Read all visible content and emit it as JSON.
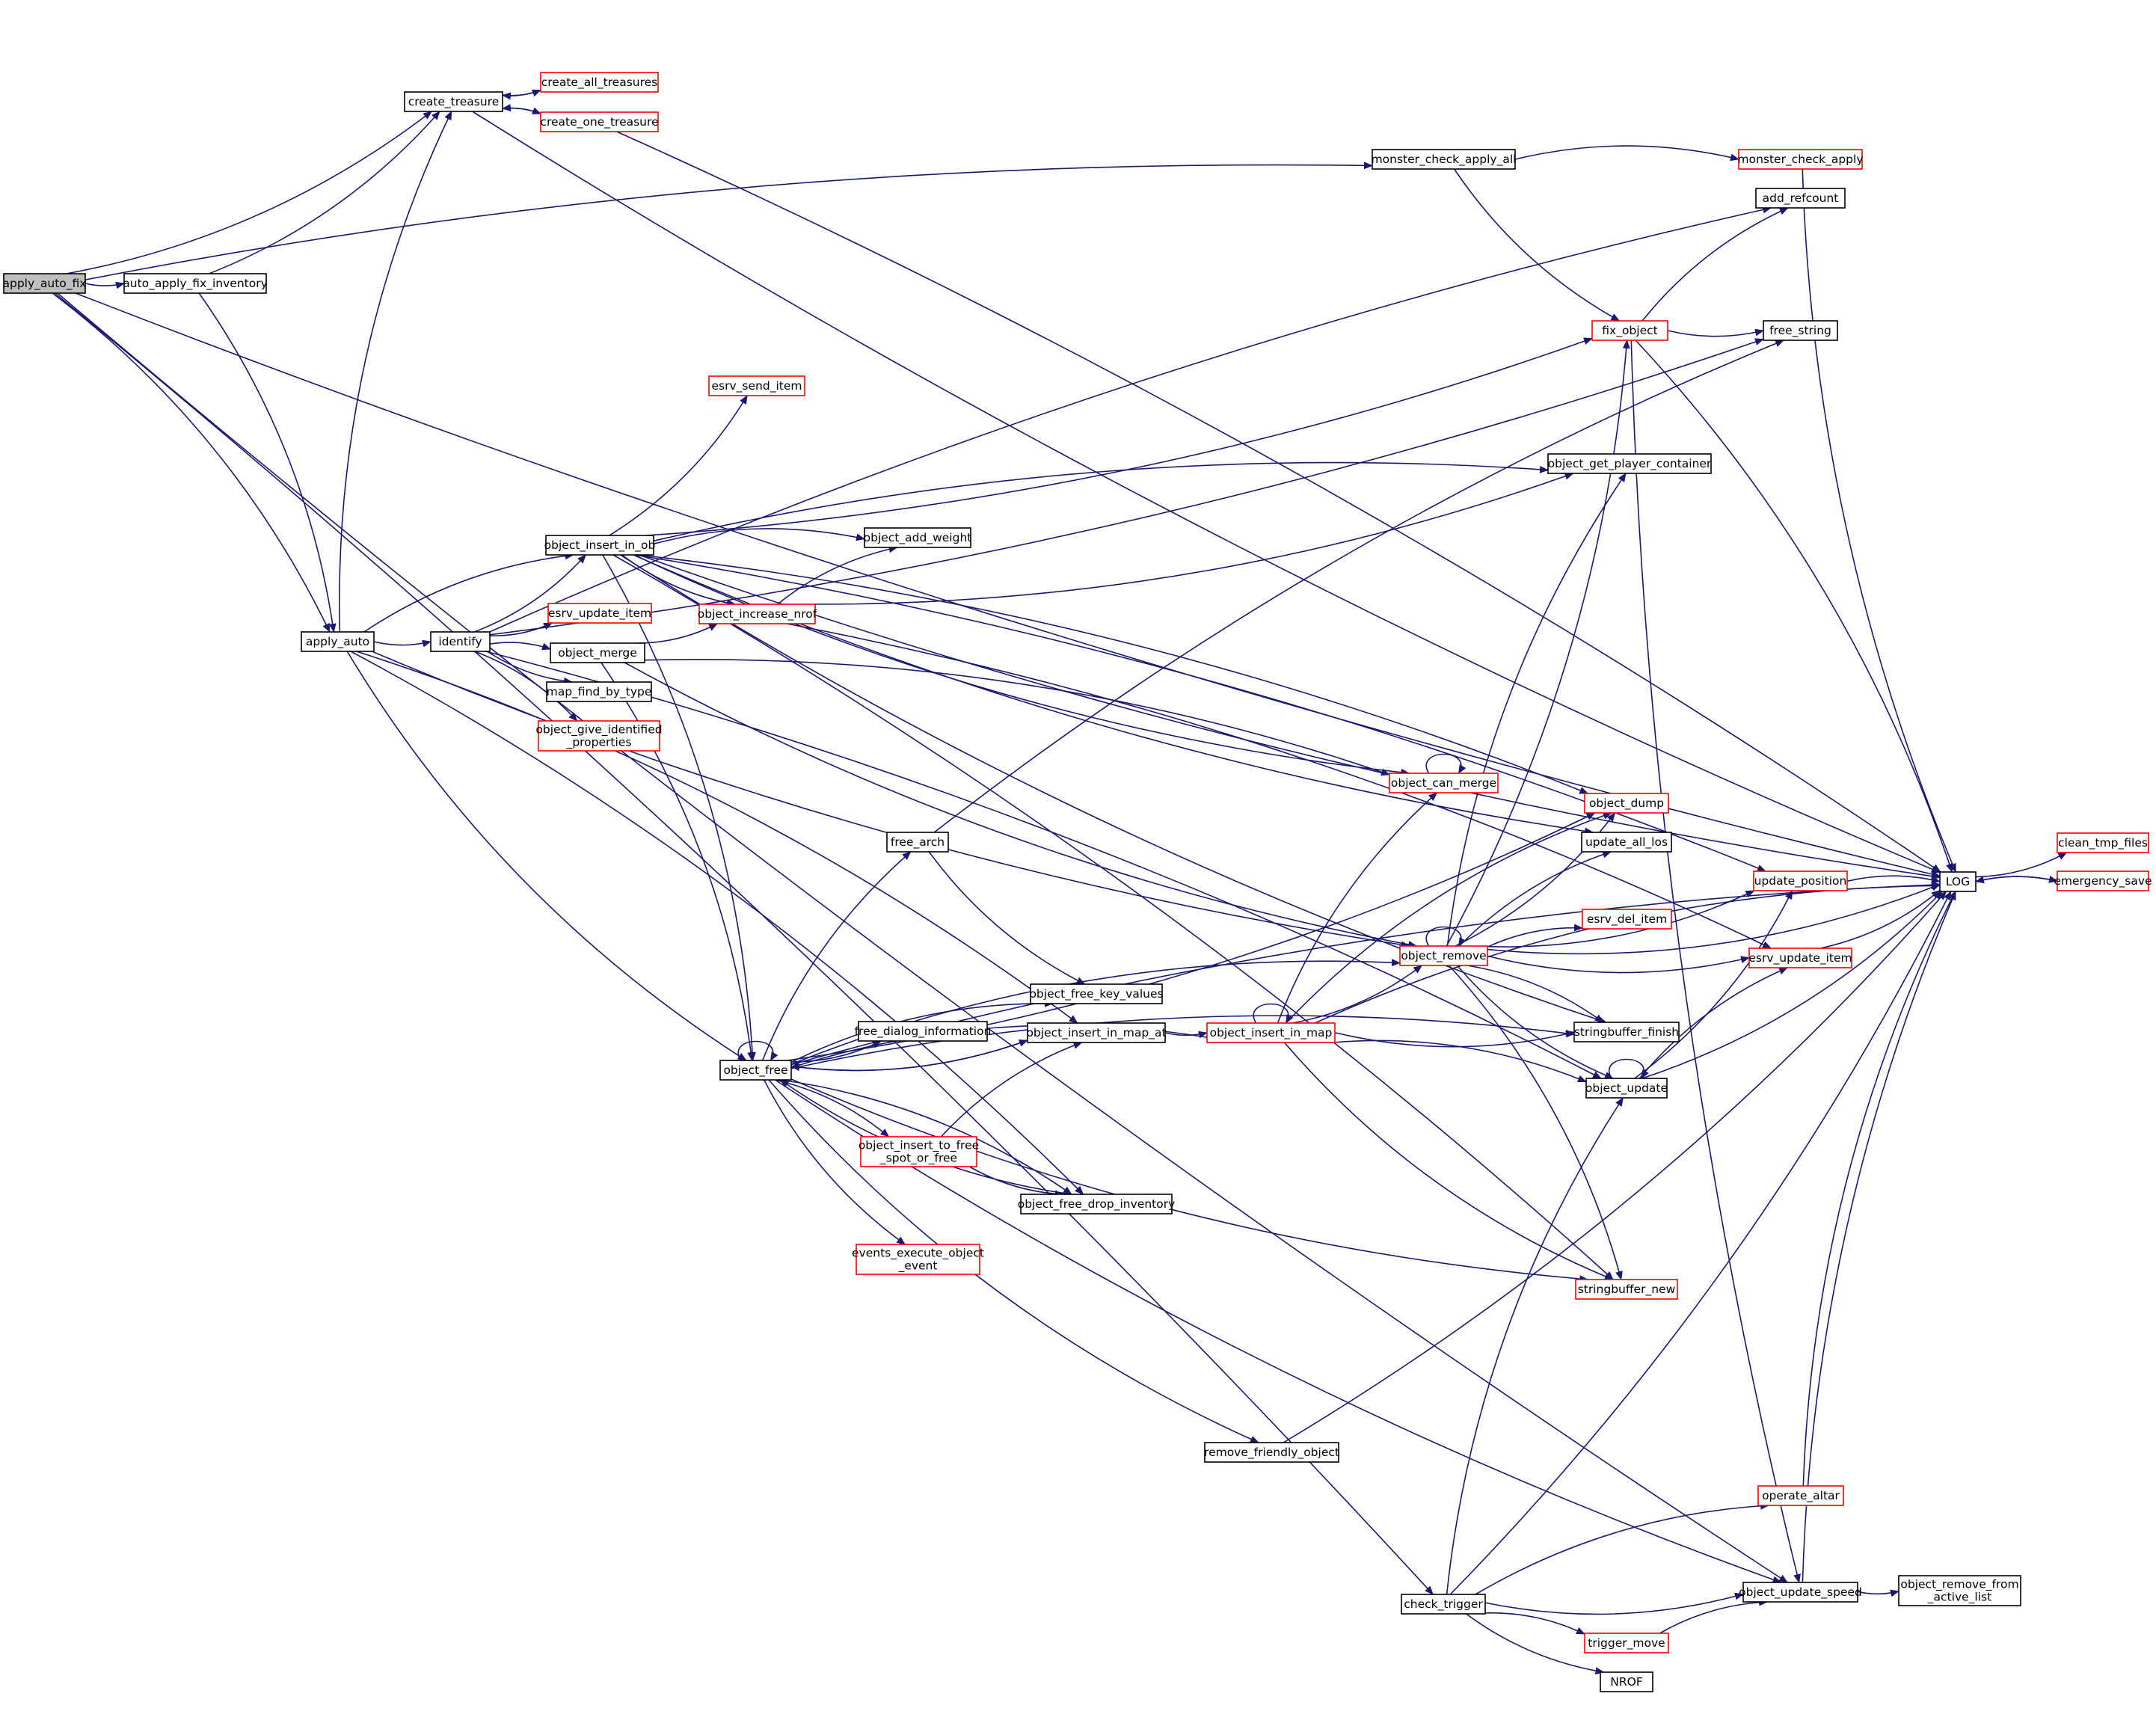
{
  "colors": {
    "edge": "#191970",
    "root_fill": "#bfbfbf",
    "node_fill": "#ffffff",
    "black_border": "#000000",
    "red_border": "#ff0000"
  },
  "nodes": [
    {
      "id": "apply_auto_fix",
      "lines": [
        "apply_auto_fix"
      ],
      "style": "root"
    },
    {
      "id": "auto_apply_fix_inventory",
      "lines": [
        "auto_apply_fix_inventory"
      ],
      "style": "black"
    },
    {
      "id": "apply_auto",
      "lines": [
        "apply_auto"
      ],
      "style": "black"
    },
    {
      "id": "create_treasure",
      "lines": [
        "create_treasure"
      ],
      "style": "black"
    },
    {
      "id": "create_all_treasures",
      "lines": [
        "create_all_treasures"
      ],
      "style": "red"
    },
    {
      "id": "create_one_treasure",
      "lines": [
        "create_one_treasure"
      ],
      "style": "red"
    },
    {
      "id": "identify",
      "lines": [
        "identify"
      ],
      "style": "black"
    },
    {
      "id": "esrv_update_item_1",
      "lines": [
        "esrv_update_item"
      ],
      "style": "red"
    },
    {
      "id": "object_merge",
      "lines": [
        "object_merge"
      ],
      "style": "black"
    },
    {
      "id": "map_find_by_type",
      "lines": [
        "map_find_by_type"
      ],
      "style": "black"
    },
    {
      "id": "object_give_identified_properties",
      "lines": [
        "object_give_identified",
        "_properties"
      ],
      "style": "red"
    },
    {
      "id": "object_insert_in_ob",
      "lines": [
        "object_insert_in_ob"
      ],
      "style": "black"
    },
    {
      "id": "esrv_send_item",
      "lines": [
        "esrv_send_item"
      ],
      "style": "red"
    },
    {
      "id": "object_add_weight",
      "lines": [
        "object_add_weight"
      ],
      "style": "black"
    },
    {
      "id": "object_increase_nrof",
      "lines": [
        "object_increase_nrof"
      ],
      "style": "red"
    },
    {
      "id": "object_free",
      "lines": [
        "object_free"
      ],
      "style": "black"
    },
    {
      "id": "free_arch",
      "lines": [
        "free_arch"
      ],
      "style": "black"
    },
    {
      "id": "free_dialog_information",
      "lines": [
        "free_dialog_information"
      ],
      "style": "black"
    },
    {
      "id": "object_insert_to_free_spot_or_free",
      "lines": [
        "object_insert_to_free",
        "_spot_or_free"
      ],
      "style": "red"
    },
    {
      "id": "events_execute_object_event",
      "lines": [
        "events_execute_object",
        "_event"
      ],
      "style": "red"
    },
    {
      "id": "object_free_key_values",
      "lines": [
        "object_free_key_values"
      ],
      "style": "black"
    },
    {
      "id": "object_insert_in_map_at",
      "lines": [
        "object_insert_in_map_at"
      ],
      "style": "black"
    },
    {
      "id": "object_free_drop_inventory",
      "lines": [
        "object_free_drop_inventory"
      ],
      "style": "black"
    },
    {
      "id": "remove_friendly_object",
      "lines": [
        "remove_friendly_object"
      ],
      "style": "black"
    },
    {
      "id": "monster_check_apply_all",
      "lines": [
        "monster_check_apply_all"
      ],
      "style": "black"
    },
    {
      "id": "object_insert_in_map",
      "lines": [
        "object_insert_in_map"
      ],
      "style": "red"
    },
    {
      "id": "object_can_merge",
      "lines": [
        "object_can_merge"
      ],
      "style": "red"
    },
    {
      "id": "object_remove",
      "lines": [
        "object_remove"
      ],
      "style": "red"
    },
    {
      "id": "check_trigger",
      "lines": [
        "check_trigger"
      ],
      "style": "black"
    },
    {
      "id": "fix_object",
      "lines": [
        "fix_object"
      ],
      "style": "red"
    },
    {
      "id": "object_get_player_container",
      "lines": [
        "object_get_player_container"
      ],
      "style": "black"
    },
    {
      "id": "object_dump",
      "lines": [
        "object_dump"
      ],
      "style": "red"
    },
    {
      "id": "update_all_los",
      "lines": [
        "update_all_los"
      ],
      "style": "black"
    },
    {
      "id": "esrv_del_item",
      "lines": [
        "esrv_del_item"
      ],
      "style": "red"
    },
    {
      "id": "stringbuffer_finish",
      "lines": [
        "stringbuffer_finish"
      ],
      "style": "black"
    },
    {
      "id": "object_update",
      "lines": [
        "object_update"
      ],
      "style": "black"
    },
    {
      "id": "stringbuffer_new",
      "lines": [
        "stringbuffer_new"
      ],
      "style": "red"
    },
    {
      "id": "trigger_move",
      "lines": [
        "trigger_move"
      ],
      "style": "red"
    },
    {
      "id": "NROF",
      "lines": [
        "NROF"
      ],
      "style": "black"
    },
    {
      "id": "monster_check_apply",
      "lines": [
        "monster_check_apply"
      ],
      "style": "red"
    },
    {
      "id": "add_refcount",
      "lines": [
        "add_refcount"
      ],
      "style": "black"
    },
    {
      "id": "free_string",
      "lines": [
        "free_string"
      ],
      "style": "black"
    },
    {
      "id": "update_position",
      "lines": [
        "update_position"
      ],
      "style": "red"
    },
    {
      "id": "esrv_update_item_2",
      "lines": [
        "esrv_update_item"
      ],
      "style": "red"
    },
    {
      "id": "operate_altar",
      "lines": [
        "operate_altar"
      ],
      "style": "red"
    },
    {
      "id": "object_update_speed",
      "lines": [
        "object_update_speed"
      ],
      "style": "black"
    },
    {
      "id": "object_remove_from_active_list",
      "lines": [
        "object_remove_from",
        "_active_list"
      ],
      "style": "black"
    },
    {
      "id": "LOG",
      "lines": [
        "LOG"
      ],
      "style": "black"
    },
    {
      "id": "clean_tmp_files",
      "lines": [
        "clean_tmp_files"
      ],
      "style": "red"
    },
    {
      "id": "emergency_save",
      "lines": [
        "emergency_save"
      ],
      "style": "red"
    }
  ],
  "edges": [
    [
      "apply_auto_fix",
      "auto_apply_fix_inventory"
    ],
    [
      "apply_auto_fix",
      "apply_auto"
    ],
    [
      "apply_auto_fix",
      "create_treasure"
    ],
    [
      "apply_auto_fix",
      "monster_check_apply_all"
    ],
    [
      "apply_auto_fix",
      "LOG"
    ],
    [
      "apply_auto_fix",
      "check_trigger"
    ],
    [
      "apply_auto_fix",
      "object_update_speed"
    ],
    [
      "auto_apply_fix_inventory",
      "apply_auto"
    ],
    [
      "auto_apply_fix_inventory",
      "create_treasure"
    ],
    [
      "apply_auto",
      "create_treasure"
    ],
    [
      "apply_auto",
      "identify"
    ],
    [
      "apply_auto",
      "object_insert_in_ob"
    ],
    [
      "apply_auto",
      "object_free"
    ],
    [
      "apply_auto",
      "object_insert_in_map_at"
    ],
    [
      "apply_auto",
      "object_remove"
    ],
    [
      "apply_auto",
      "object_free_drop_inventory"
    ],
    [
      "create_treasure",
      "create_all_treasures"
    ],
    [
      "create_treasure",
      "create_one_treasure"
    ],
    [
      "create_treasure",
      "LOG"
    ],
    [
      "create_all_treasures",
      "create_treasure"
    ],
    [
      "create_one_treasure",
      "create_treasure"
    ],
    [
      "create_one_treasure",
      "LOG"
    ],
    [
      "identify",
      "esrv_update_item_1"
    ],
    [
      "identify",
      "object_merge"
    ],
    [
      "identify",
      "map_find_by_type"
    ],
    [
      "identify",
      "object_give_identified_properties"
    ],
    [
      "identify",
      "object_insert_in_ob"
    ],
    [
      "identify",
      "add_refcount"
    ],
    [
      "identify",
      "free_string"
    ],
    [
      "identify",
      "object_update"
    ],
    [
      "object_merge",
      "object_increase_nrof"
    ],
    [
      "object_merge",
      "object_can_merge"
    ],
    [
      "object_merge",
      "object_remove"
    ],
    [
      "object_merge",
      "object_free"
    ],
    [
      "object_insert_in_ob",
      "esrv_send_item"
    ],
    [
      "object_insert_in_ob",
      "object_add_weight"
    ],
    [
      "object_insert_in_ob",
      "object_increase_nrof"
    ],
    [
      "object_insert_in_ob",
      "object_free"
    ],
    [
      "object_insert_in_ob",
      "object_can_merge"
    ],
    [
      "object_insert_in_ob",
      "object_get_player_container"
    ],
    [
      "object_insert_in_ob",
      "fix_object"
    ],
    [
      "object_insert_in_ob",
      "object_dump"
    ],
    [
      "object_insert_in_ob",
      "update_all_los"
    ],
    [
      "object_insert_in_ob",
      "update_position"
    ],
    [
      "object_insert_in_ob",
      "LOG"
    ],
    [
      "object_insert_in_ob",
      "stringbuffer_new"
    ],
    [
      "object_insert_in_ob",
      "stringbuffer_finish"
    ],
    [
      "object_increase_nrof",
      "object_add_weight"
    ],
    [
      "object_increase_nrof",
      "object_get_player_container"
    ],
    [
      "object_increase_nrof",
      "esrv_update_item_2"
    ],
    [
      "object_free",
      "object_free"
    ],
    [
      "object_free",
      "free_arch"
    ],
    [
      "object_free",
      "free_dialog_information"
    ],
    [
      "object_free",
      "object_insert_to_free_spot_or_free"
    ],
    [
      "object_free",
      "events_execute_object_event"
    ],
    [
      "object_free",
      "object_free_key_values"
    ],
    [
      "object_free",
      "object_insert_in_map_at"
    ],
    [
      "object_free",
      "object_free_drop_inventory"
    ],
    [
      "object_free",
      "remove_friendly_object"
    ],
    [
      "object_free",
      "object_remove"
    ],
    [
      "object_free",
      "object_dump"
    ],
    [
      "object_free",
      "stringbuffer_finish"
    ],
    [
      "object_free",
      "stringbuffer_new"
    ],
    [
      "object_free",
      "LOG"
    ],
    [
      "object_free",
      "object_update_speed"
    ],
    [
      "free_arch",
      "free_string"
    ],
    [
      "free_arch",
      "object_free_key_values"
    ],
    [
      "object_insert_to_free_spot_or_free",
      "object_insert_in_map_at"
    ],
    [
      "object_insert_to_free_spot_or_free",
      "object_free_drop_inventory"
    ],
    [
      "object_free_drop_inventory",
      "object_free"
    ],
    [
      "object_insert_in_map_at",
      "object_insert_in_map"
    ],
    [
      "object_insert_in_map_at",
      "object_free"
    ],
    [
      "remove_friendly_object",
      "LOG"
    ],
    [
      "monster_check_apply_all",
      "monster_check_apply"
    ],
    [
      "monster_check_apply_all",
      "fix_object"
    ],
    [
      "object_insert_in_map",
      "object_insert_in_map"
    ],
    [
      "object_insert_in_map",
      "object_free"
    ],
    [
      "object_insert_in_map",
      "object_can_merge"
    ],
    [
      "object_insert_in_map",
      "object_remove"
    ],
    [
      "object_insert_in_map",
      "object_dump"
    ],
    [
      "object_insert_in_map",
      "stringbuffer_finish"
    ],
    [
      "object_insert_in_map",
      "object_update"
    ],
    [
      "object_insert_in_map",
      "stringbuffer_new"
    ],
    [
      "object_insert_in_map",
      "LOG"
    ],
    [
      "object_can_merge",
      "object_can_merge"
    ],
    [
      "object_remove",
      "object_remove"
    ],
    [
      "object_remove",
      "fix_object"
    ],
    [
      "object_remove",
      "object_get_player_container"
    ],
    [
      "object_remove",
      "object_dump"
    ],
    [
      "object_remove",
      "update_all_los"
    ],
    [
      "object_remove",
      "update_position"
    ],
    [
      "object_remove",
      "esrv_del_item"
    ],
    [
      "object_remove",
      "esrv_update_item_2"
    ],
    [
      "object_remove",
      "stringbuffer_finish"
    ],
    [
      "object_remove",
      "object_update"
    ],
    [
      "object_remove",
      "stringbuffer_new"
    ],
    [
      "object_remove",
      "LOG"
    ],
    [
      "check_trigger",
      "operate_altar"
    ],
    [
      "check_trigger",
      "object_update_speed"
    ],
    [
      "check_trigger",
      "trigger_move"
    ],
    [
      "check_trigger",
      "NROF"
    ],
    [
      "check_trigger",
      "object_update"
    ],
    [
      "check_trigger",
      "LOG"
    ],
    [
      "fix_object",
      "add_refcount"
    ],
    [
      "fix_object",
      "free_string"
    ],
    [
      "fix_object",
      "LOG"
    ],
    [
      "fix_object",
      "object_update_speed"
    ],
    [
      "object_update",
      "object_update"
    ],
    [
      "object_update",
      "update_position"
    ],
    [
      "object_update",
      "esrv_update_item_2"
    ],
    [
      "object_update",
      "LOG"
    ],
    [
      "trigger_move",
      "object_update_speed"
    ],
    [
      "monster_check_apply",
      "LOG"
    ],
    [
      "update_position",
      "LOG"
    ],
    [
      "esrv_update_item_2",
      "LOG"
    ],
    [
      "operate_altar",
      "LOG"
    ],
    [
      "object_update_speed",
      "object_remove_from_active_list"
    ],
    [
      "object_update_speed",
      "LOG"
    ],
    [
      "LOG",
      "clean_tmp_files"
    ],
    [
      "LOG",
      "emergency_save"
    ],
    [
      "emergency_save",
      "LOG"
    ]
  ]
}
